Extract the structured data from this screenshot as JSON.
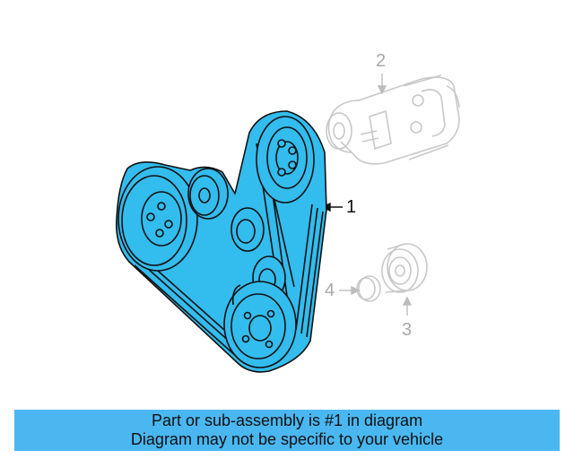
{
  "diagram": {
    "callouts": [
      {
        "id": "1",
        "label": "1",
        "state": "highlighted"
      },
      {
        "id": "2",
        "label": "2",
        "state": "faded"
      },
      {
        "id": "3",
        "label": "3",
        "state": "faded"
      },
      {
        "id": "4",
        "label": "4",
        "state": "faded"
      }
    ],
    "colors": {
      "highlight_fill": "#33bcee",
      "outline": "#111111",
      "faded_line": "#c4c4c4",
      "faded_text": "#a8a8a8",
      "banner": "#4ab7f1"
    }
  },
  "banner": {
    "line1": "Part or sub-assembly is #1 in diagram",
    "line2": "Diagram may not be specific to your vehicle"
  }
}
